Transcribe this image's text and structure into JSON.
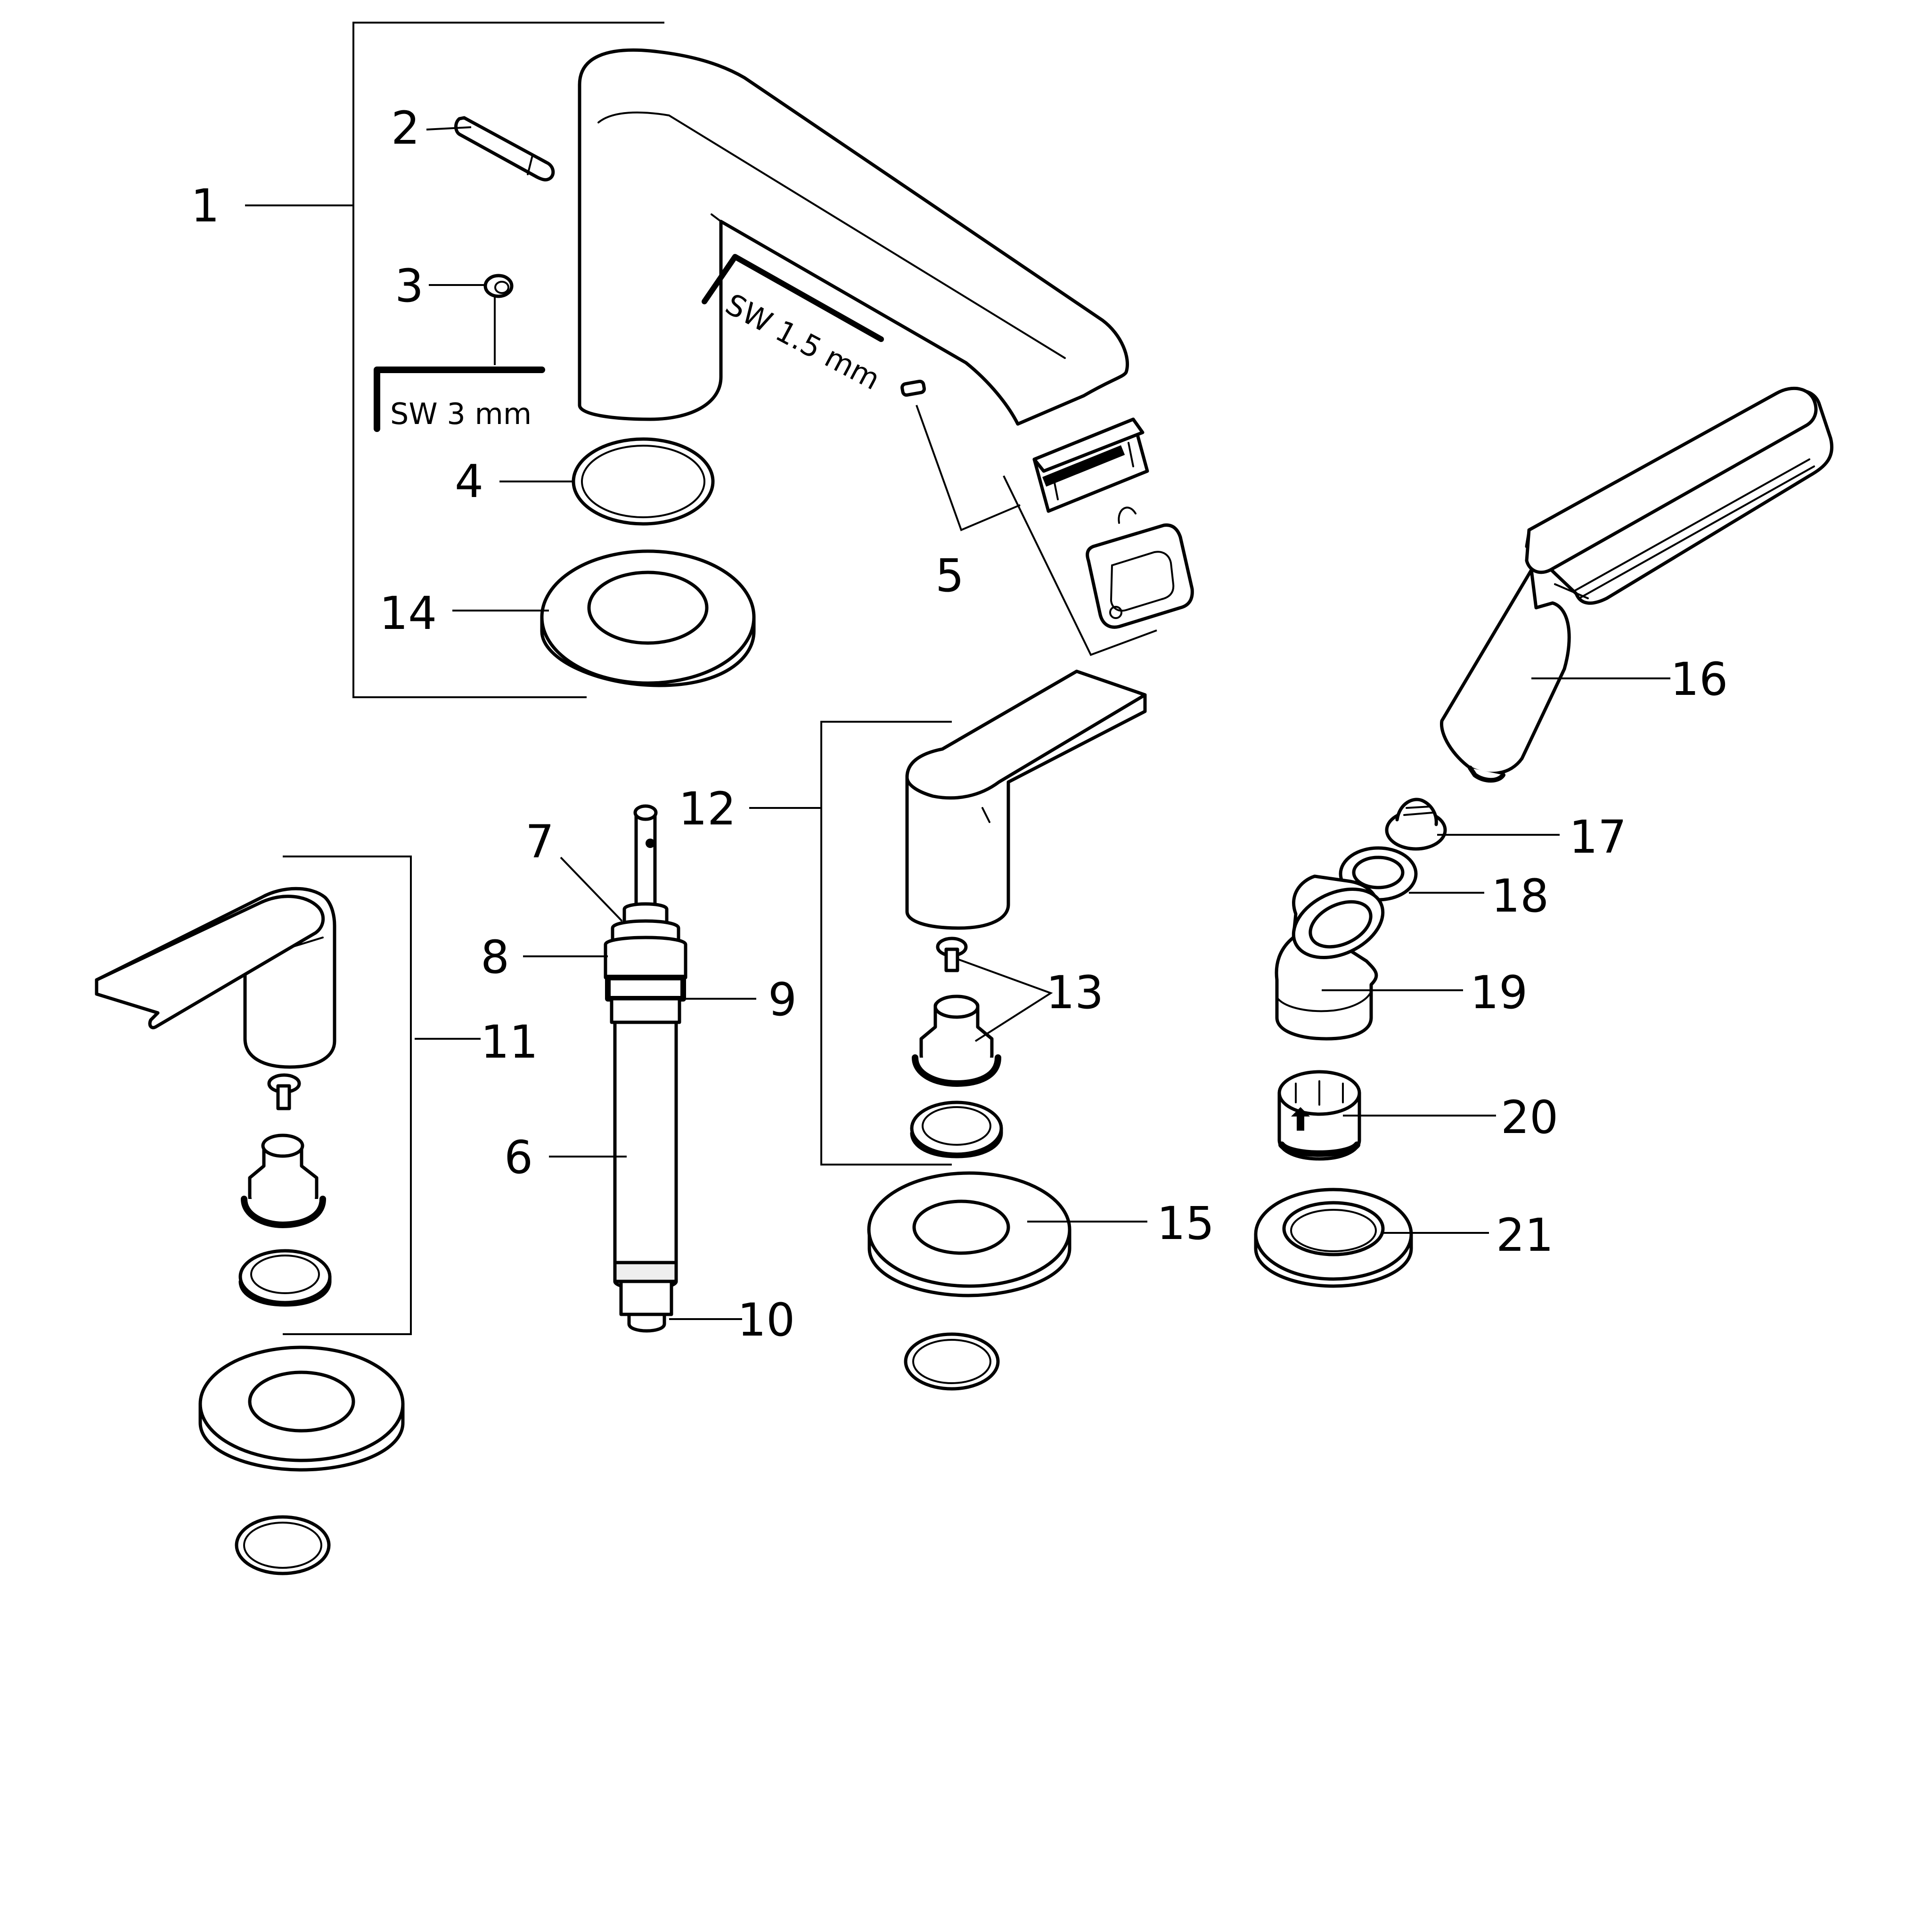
{
  "callouts": [
    "1",
    "2",
    "3",
    "4",
    "5",
    "6",
    "7",
    "8",
    "9",
    "10",
    "11",
    "12",
    "13",
    "14",
    "15",
    "16",
    "17",
    "18",
    "19",
    "20",
    "21"
  ],
  "tool_labels": {
    "hex_key_small": "SW 1.5 mm",
    "hex_key_large": "SW 3 mm"
  }
}
